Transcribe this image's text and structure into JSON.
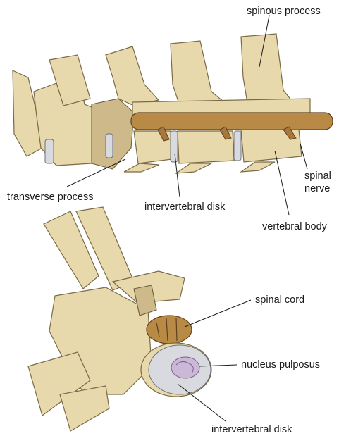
{
  "labels": {
    "spinous_process": "spinous process",
    "transverse_process": "transverse process",
    "intervertebral_disk_top": "intervertebral disk",
    "spinal_nerve_line1": "spinal",
    "spinal_nerve_line2": "nerve",
    "vertebral_body": "vertebral body",
    "spinal_cord": "spinal cord",
    "nucleus_pulposus": "nucleus pulposus",
    "intervertebral_disk_bottom": "intervertebral disk"
  },
  "colors": {
    "bone": "#e8d9ad",
    "spinal_cord": "#b88a45",
    "disk": "#d9dadf",
    "nucleus": "#cbb8d6",
    "text": "#1a1a1a"
  }
}
